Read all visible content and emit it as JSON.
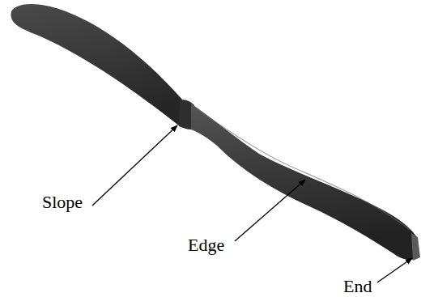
{
  "diagram": {
    "labels": [
      "Slope",
      "Edge",
      "End"
    ]
  }
}
